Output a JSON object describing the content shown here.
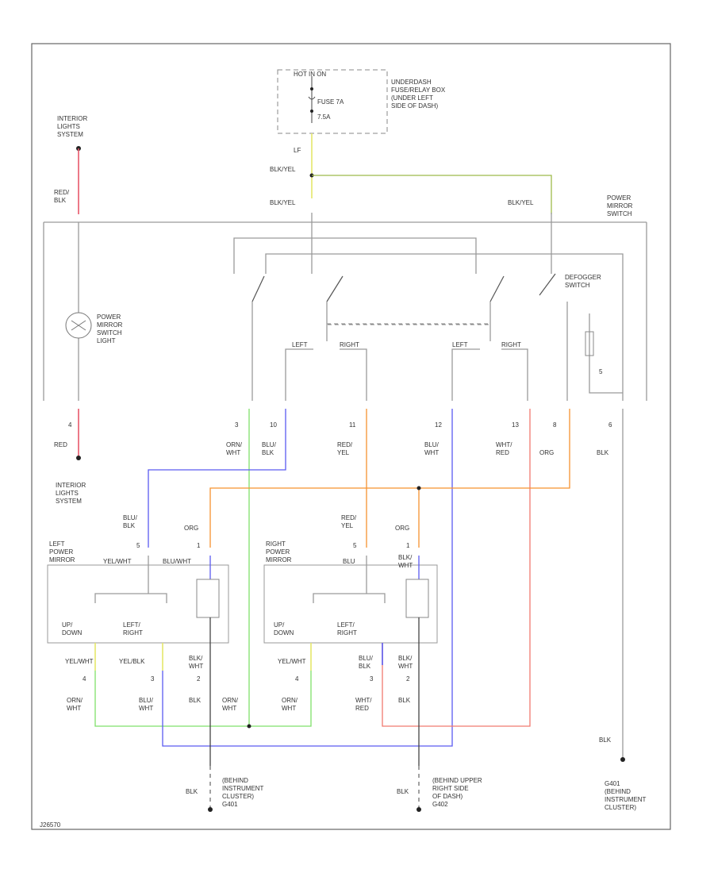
{
  "labels": {
    "hot_label": "HOT IN ON",
    "fuse_box": "UNDERDASH\nFUSE/RELAY BOX\n(UNDER LEFT\nSIDE OF DASH)",
    "fuse": "FUSE 7A",
    "fuse_amp": "7.5A",
    "lf": "LF",
    "blk_yel_top": "BLK/YEL",
    "blk_yel_l": "BLK/YEL",
    "blk_yel_r": "BLK/YEL",
    "power_mirror_switch": "POWER\nMIRROR\nSWITCH",
    "interior_lights_top": "INTERIOR\nLIGHTS\nSYSTEM",
    "red_blk_top": "RED/\nBLK",
    "switch_light": "POWER\nMIRROR\nSWITCH\nLIGHT",
    "defogger_switch": "DEFOGGER\nSWITCH",
    "left_sel": "LEFT",
    "right_sel1": "RIGHT",
    "left_sel2": "LEFT",
    "right_sel2": "RIGHT",
    "pin_4": "4",
    "pin_3": "3",
    "pin_10": "10",
    "pin_11": "11",
    "pin_12": "12",
    "pin_13": "13",
    "pin_8": "8",
    "pin_6": "6",
    "pin_5": "5",
    "red_sw": "RED",
    "orn_wht_sw": "ORN/\nWHT",
    "blu_blk_sw": "BLU/\nBLK",
    "red_yel_sw": "RED/\nYEL",
    "blu_wht_sw": "BLU/\nWHT",
    "wht_red_sw": "WHT/\nRED",
    "org_sw": "ORG",
    "blk_sw": "BLK",
    "interior_lights_bottom": "INTERIOR\nLIGHTS\nSYSTEM",
    "blu_blk_lm": "BLU/\nBLK",
    "org_lm": "ORG",
    "red_yel_rm": "RED/\nYEL",
    "org_rm": "ORG",
    "lm_pin5": "5",
    "lm_pin1": "1",
    "rm_pin5": "5",
    "rm_pin1": "1",
    "left_power_mirror": "LEFT\nPOWER\nMIRROR",
    "right_power_mirror": "RIGHT\nPOWER\nMIRROR",
    "lm_yel_wht": "YEL/WHT",
    "lm_blu_wht": "BLU/WHT",
    "rm_blu": "BLU",
    "rm_blk_wht": "BLK/\nWHT",
    "lm_up_down": "UP/\nDOWN",
    "lm_left_right": "LEFT/\nRIGHT",
    "rm_up_down": "UP/\nDOWN",
    "rm_left_right": "LEFT/\nRIGHT",
    "lm_yel_wht2": "YEL/WHT",
    "lm_yel_blk": "YEL/BLK",
    "lm_blk_wht": "BLK/\nWHT",
    "rm_yel_wht2": "YEL/WHT",
    "rm_blu_blk": "BLU/\nBLK",
    "rm_blk_wht2": "BLK/\nWHT",
    "lm_p4": "4",
    "lm_p3": "3",
    "lm_p2": "2",
    "rm_p4": "4",
    "rm_p3": "3",
    "rm_p2": "2",
    "lm_orn_wht": "ORN/\nWHT",
    "lm_blu_wht2": "BLU/\nWHT",
    "lm_blk": "BLK",
    "rm_orn_wht_l": "ORN/\nWHT",
    "rm_orn_wht": "ORN/\nWHT",
    "rm_wht_red": "WHT/\nRED",
    "rm_blk": "BLK",
    "g_left_blk": "BLK",
    "g_left": "(BEHIND\nINSTRUMENT\nCLUSTER)\nG401",
    "g_mid_blk": "BLK",
    "g_mid": "(BEHIND UPPER\nRIGHT SIDE\nOF DASH)\nG402",
    "g_right_blk": "BLK",
    "g_right": "G401\n(BEHIND\nINSTRUMENT\nCLUSTER)",
    "footer_code": "J26570"
  },
  "colors": {
    "red": "#e8586a",
    "green": "#7fe06a",
    "blue": "#5b5bf0",
    "orange": "#f6922f",
    "salmon": "#f07a6f",
    "gray": "#9a9a9a",
    "olive": "#9ebb4a",
    "yellow": "#e5e86a"
  }
}
